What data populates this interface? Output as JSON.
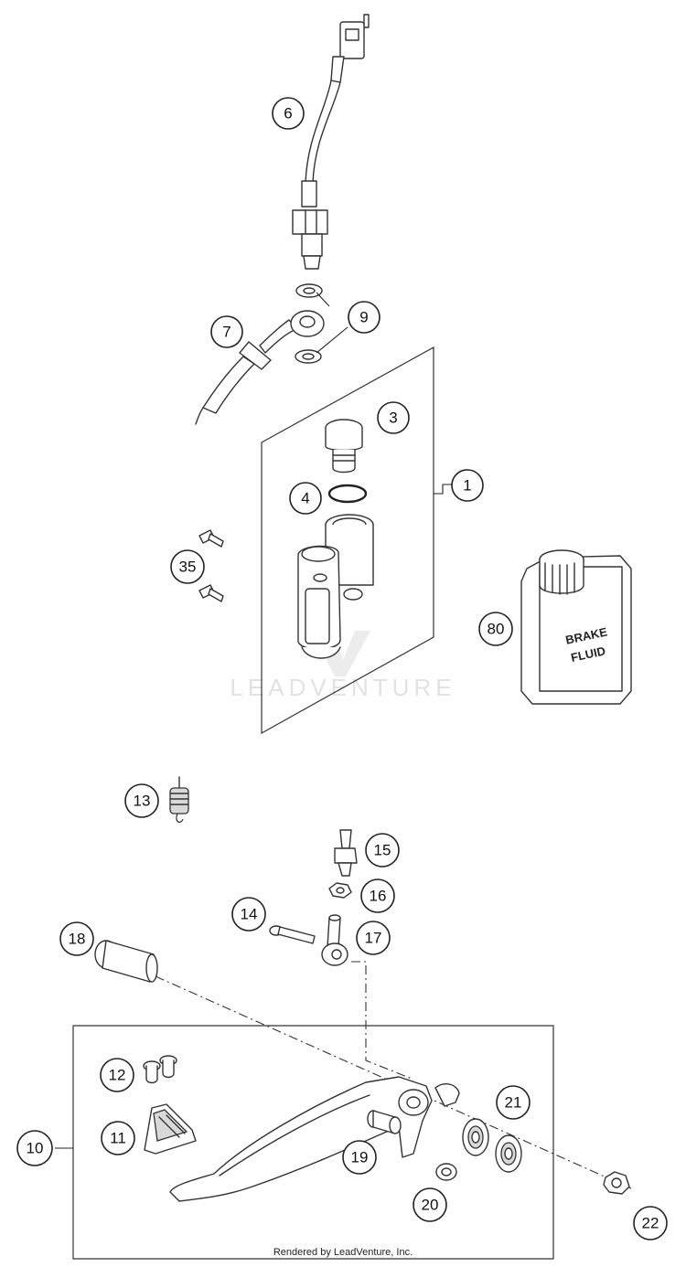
{
  "watermark": "LEADVENTURE",
  "footer": "Rendered by LeadVenture, Inc.",
  "can_label_line1": "BRAKE",
  "can_label_line2": "FLUID",
  "callouts": [
    "6",
    "9",
    "7",
    "3",
    "1",
    "4",
    "35",
    "80",
    "13",
    "15",
    "16",
    "14",
    "17",
    "18",
    "12",
    "21",
    "11",
    "10",
    "19",
    "20",
    "22"
  ]
}
